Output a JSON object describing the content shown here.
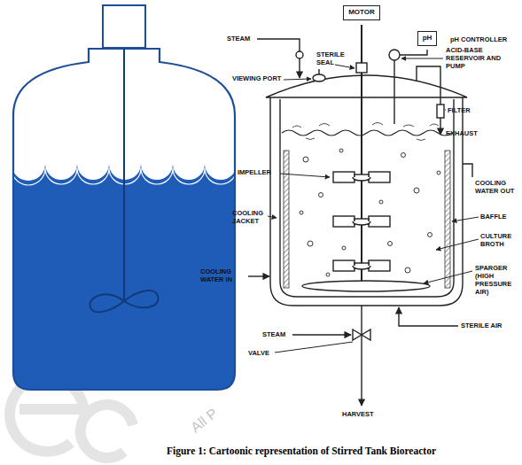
{
  "diagram": {
    "caption": "Figure 1: Cartoonic representation of Stirred Tank Bioreactor",
    "nodes": [
      {
        "text": [
          "MOTOR"
        ]
      },
      {
        "text": [
          "pH"
        ]
      }
    ],
    "labels": [
      "STEAM",
      "STERILE SEAL",
      "VIEWING PORT",
      "pH CONTROLLER",
      "ACID-BASE RESERVOIR AND PUMP",
      "FILTER",
      "EXHAUST",
      "IMPELLER",
      "COOLING WATER OUT",
      "BAFFLE",
      "CULTURE BROTH",
      "COOLING JACKET",
      "SPARGER (HIGH PRESSURE AIR)",
      "COOLING WATER IN",
      "STERILE AIR",
      "STEAM",
      "VALVE",
      "HARVEST",
      "All P"
    ]
  }
}
